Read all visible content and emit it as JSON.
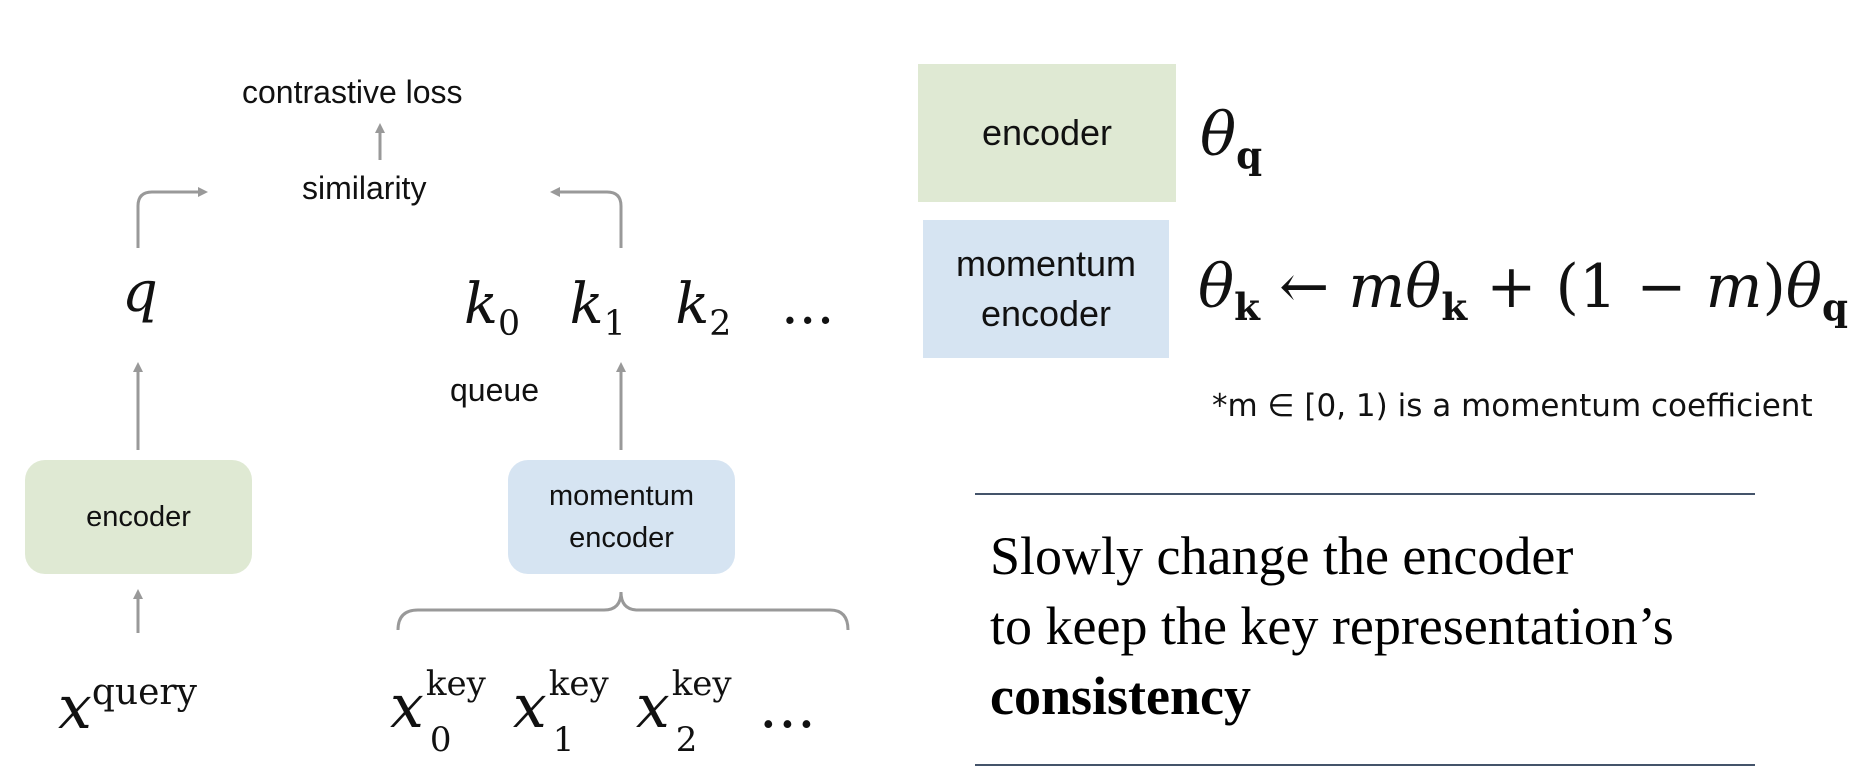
{
  "left_diagram": {
    "contrastive_loss": "contrastive loss",
    "similarity": "similarity",
    "q": "q",
    "keys": [
      "k",
      "k",
      "k"
    ],
    "key_subscripts": [
      "0",
      "1",
      "2"
    ],
    "ellipsis": "...",
    "queue": "queue",
    "encoder": "encoder",
    "momentum_encoder_line1": "momentum",
    "momentum_encoder_line2": "encoder",
    "x_query_base": "x",
    "x_query_sup": "query",
    "x_key_base": "x",
    "x_key_sup": "key",
    "x_key_subscripts": [
      "0",
      "1",
      "2"
    ]
  },
  "right_panel": {
    "encoder_box": "encoder",
    "momentum_box_line1": "momentum",
    "momentum_box_line2": "encoder",
    "theta_q": "θ",
    "theta_q_sub": "q",
    "update_rule": {
      "theta": "θ",
      "k_sub": "k",
      "arrow": " ← ",
      "m": "m",
      "plus_open": " + (1 − ",
      "m2": "m",
      "close": ")",
      "q_sub": "q"
    },
    "note": "*m ∈ [0, 1) is a momentum coefficient",
    "statement_line1": "Slowly change the encoder",
    "statement_line2": "to keep the key representation’s",
    "statement_line3": "consistency"
  },
  "colors": {
    "encoder_green": "#dfe9d3",
    "momentum_blue": "#d6e4f2",
    "arrow_gray": "#999999",
    "rule_navy": "#44546a"
  }
}
